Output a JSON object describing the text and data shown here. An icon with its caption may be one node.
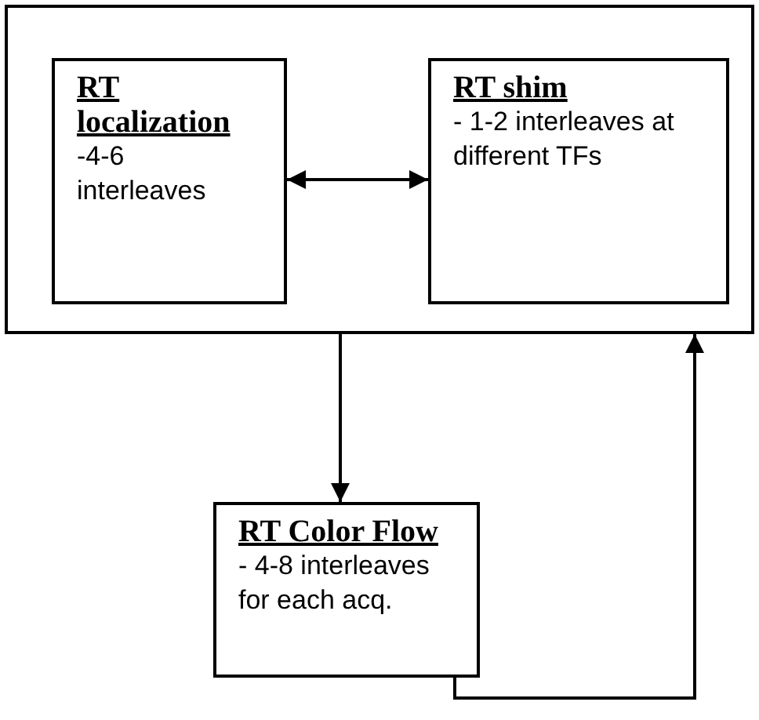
{
  "diagram": {
    "nodes": [
      {
        "text": [],
        "shape": "box"
      },
      {
        "text": [
          "RT localization",
          "-4-6 interleaves"
        ],
        "in": 0
      },
      {
        "text": [
          "RT shim",
          "- 1-2 interleaves at different TFs"
        ],
        "in": 0
      },
      {
        "text": [
          "RT Color Flow",
          "- 4-8 interleaves for each acq."
        ]
      }
    ],
    "edges": [
      {
        "from": 1,
        "to": 2,
        "arrow": "both"
      },
      {
        "from": 0,
        "to": 3,
        "arrow": "to"
      },
      {
        "from": 3,
        "to": 0,
        "arrow": "to"
      }
    ]
  }
}
